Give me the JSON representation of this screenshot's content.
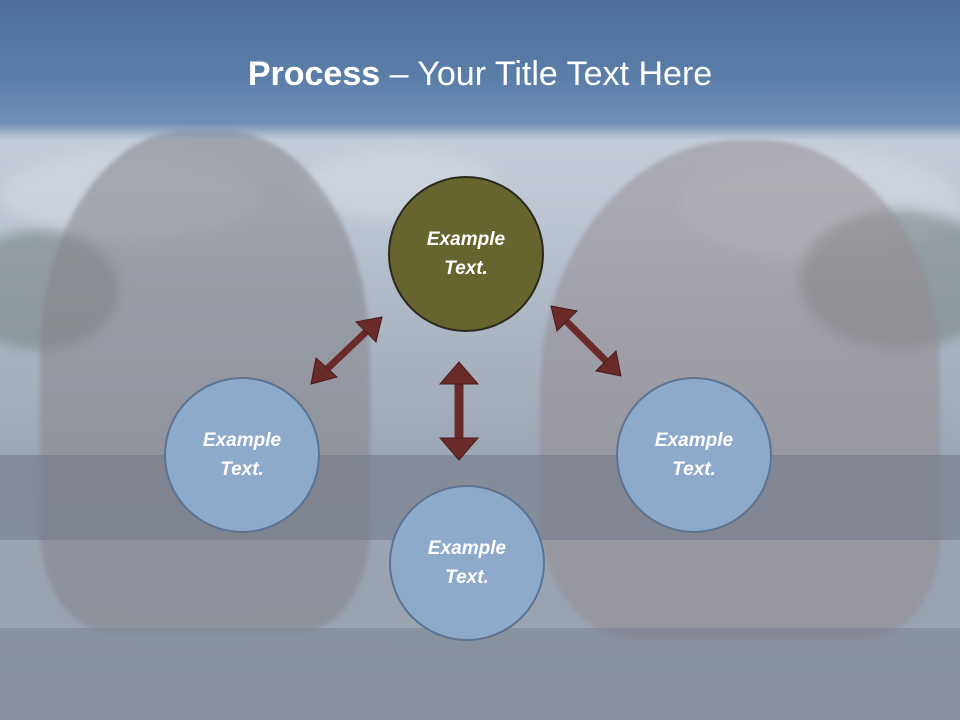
{
  "header": {
    "title_bold": "Process",
    "title_rest": " – Your Title Text Here"
  },
  "diagram": {
    "nodes": [
      {
        "id": "top",
        "label": "Example Text."
      },
      {
        "id": "left",
        "label": "Example Text."
      },
      {
        "id": "bottom",
        "label": "Example Text."
      },
      {
        "id": "right",
        "label": "Example Text."
      }
    ],
    "arrows": [
      "top-left",
      "top-right",
      "top-bottom"
    ]
  },
  "colors": {
    "title_bar": "#5b7ea9",
    "top_node": "#67652f",
    "blue_node": "#8eaacb",
    "arrow": "#6b2a2a"
  }
}
